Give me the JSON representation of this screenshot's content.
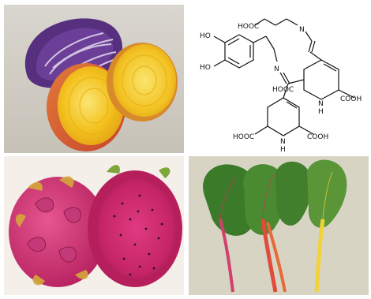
{
  "panels": {
    "cabbage_beet": {
      "icon": "red-cabbage-and-golden-beet-photo"
    },
    "structure": {
      "labels": {
        "cooh_top": "HOOC",
        "n_top": "N",
        "ho_1": "HO",
        "ho_2": "HO",
        "n_mid": "N",
        "hooc_mid": "HOOC",
        "nh_right": "N",
        "h_right": "H",
        "cooh_right": "COOH",
        "nh_bottom": "N",
        "h_bottom": "H",
        "hooc_bottom": "HOOC",
        "cooh_bottom": "COOH"
      }
    },
    "dragon_fruit": {
      "icon": "dragon-fruit-photo"
    },
    "swiss_chard": {
      "icon": "rainbow-chard-photo"
    }
  },
  "colors": {
    "cabbage": "#5a2d8c",
    "beet_yellow": "#f2c21b",
    "dragon_pink": "#d4307a",
    "chard_green": "#3f7d2a"
  }
}
